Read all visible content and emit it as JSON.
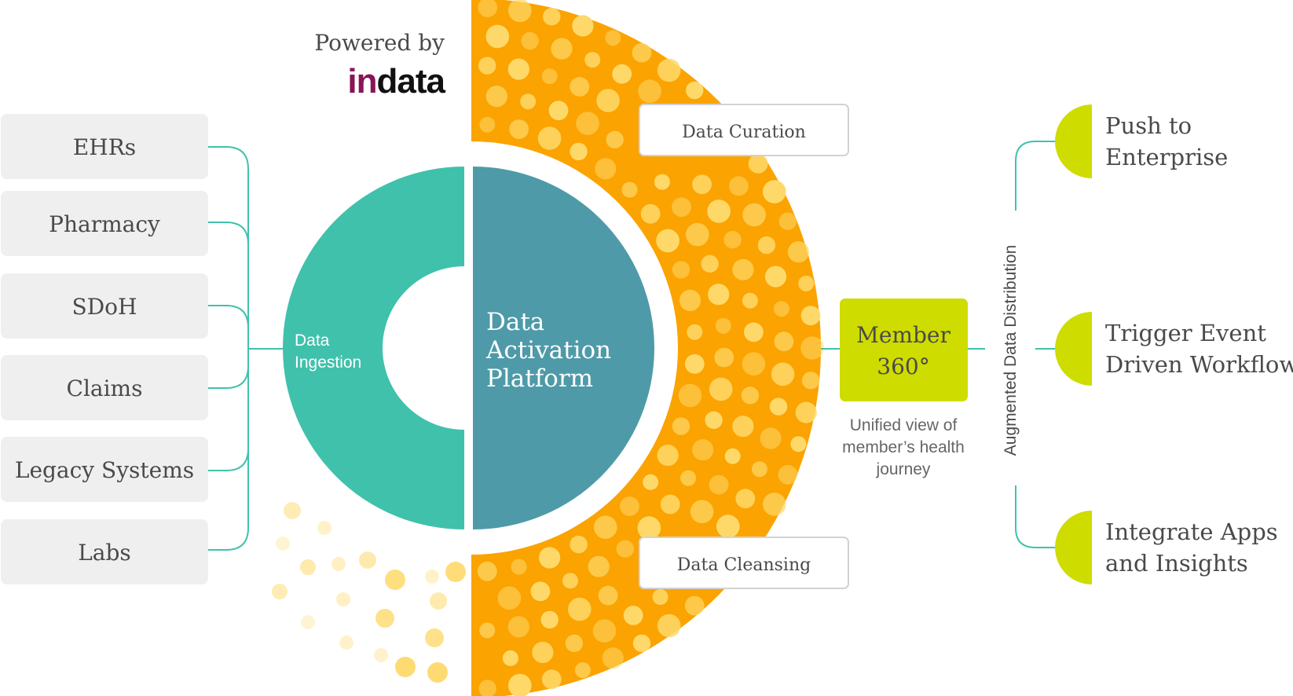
{
  "powered_by": "Powered by",
  "brand": {
    "prefix": "in",
    "suffix": "data",
    "prefix_color": "#8a1457",
    "suffix_color": "#111111"
  },
  "sources": [
    "EHRs",
    "Pharmacy",
    "SDoH",
    "Claims",
    "Legacy Systems",
    "Labs"
  ],
  "ingestion_label": [
    "Data",
    "Ingestion"
  ],
  "platform_label": [
    "Data",
    "Activation",
    "Platform"
  ],
  "curation_label": "Data Curation",
  "cleansing_label": "Data Cleansing",
  "member_label": [
    "Member",
    "360°"
  ],
  "member_caption": [
    "Unified view of",
    "member’s health",
    "journey"
  ],
  "distribution_label": "Augmented Data Distribution",
  "outputs": [
    [
      "Push to",
      "Enterprise"
    ],
    [
      "Trigger Event",
      "Driven Workflows"
    ],
    [
      "Integrate Apps",
      "and Insights"
    ]
  ],
  "colors": {
    "source_box": "#efefef",
    "connector": "#3fc2ad",
    "ingestion": "#40c1ac",
    "platform": "#4e9aa8",
    "orange": "#fba300",
    "dot": "#fed96a",
    "member": "#cedc00",
    "label_box_border": "#d2d2d2",
    "text": "#4a4a4a"
  }
}
